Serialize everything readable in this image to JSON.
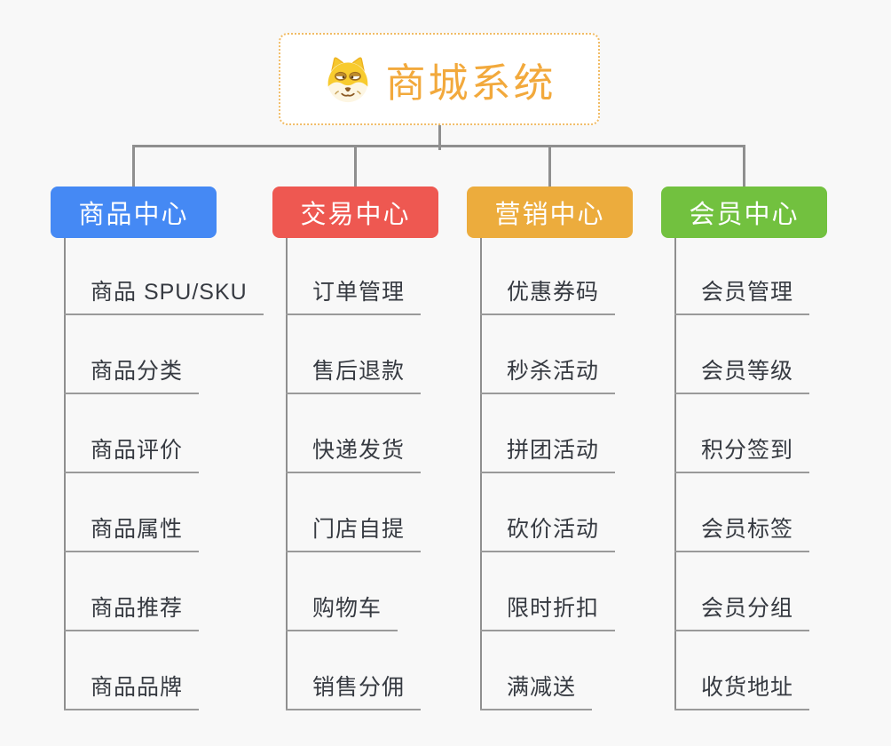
{
  "canvas": {
    "background_color": "#f8f8f8",
    "connector_color": "#8f8f8f",
    "leaf_line_color": "#9a9a9a",
    "leaf_text_color": "#363A41"
  },
  "root": {
    "title": "商城系统",
    "icon": "dog-face-icon",
    "title_color": "#F2A93C",
    "border_color": "#F1BC66",
    "background_color": "#ffffff"
  },
  "branches": [
    {
      "id": "product-center",
      "label": "商品中心",
      "color": "#4589F4",
      "children": [
        "商品 SPU/SKU",
        "商品分类",
        "商品评价",
        "商品属性",
        "商品推荐",
        "商品品牌"
      ]
    },
    {
      "id": "trade-center",
      "label": "交易中心",
      "color": "#EE5851",
      "children": [
        "订单管理",
        "售后退款",
        "快递发货",
        "门店自提",
        "购物车",
        "销售分佣"
      ]
    },
    {
      "id": "marketing-center",
      "label": "营销中心",
      "color": "#ECAC3D",
      "children": [
        "优惠券码",
        "秒杀活动",
        "拼团活动",
        "砍价活动",
        "限时折扣",
        "满减送"
      ]
    },
    {
      "id": "member-center",
      "label": "会员中心",
      "color": "#72C13F",
      "children": [
        "会员管理",
        "会员等级",
        "积分签到",
        "会员标签",
        "会员分组",
        "收货地址"
      ]
    }
  ]
}
